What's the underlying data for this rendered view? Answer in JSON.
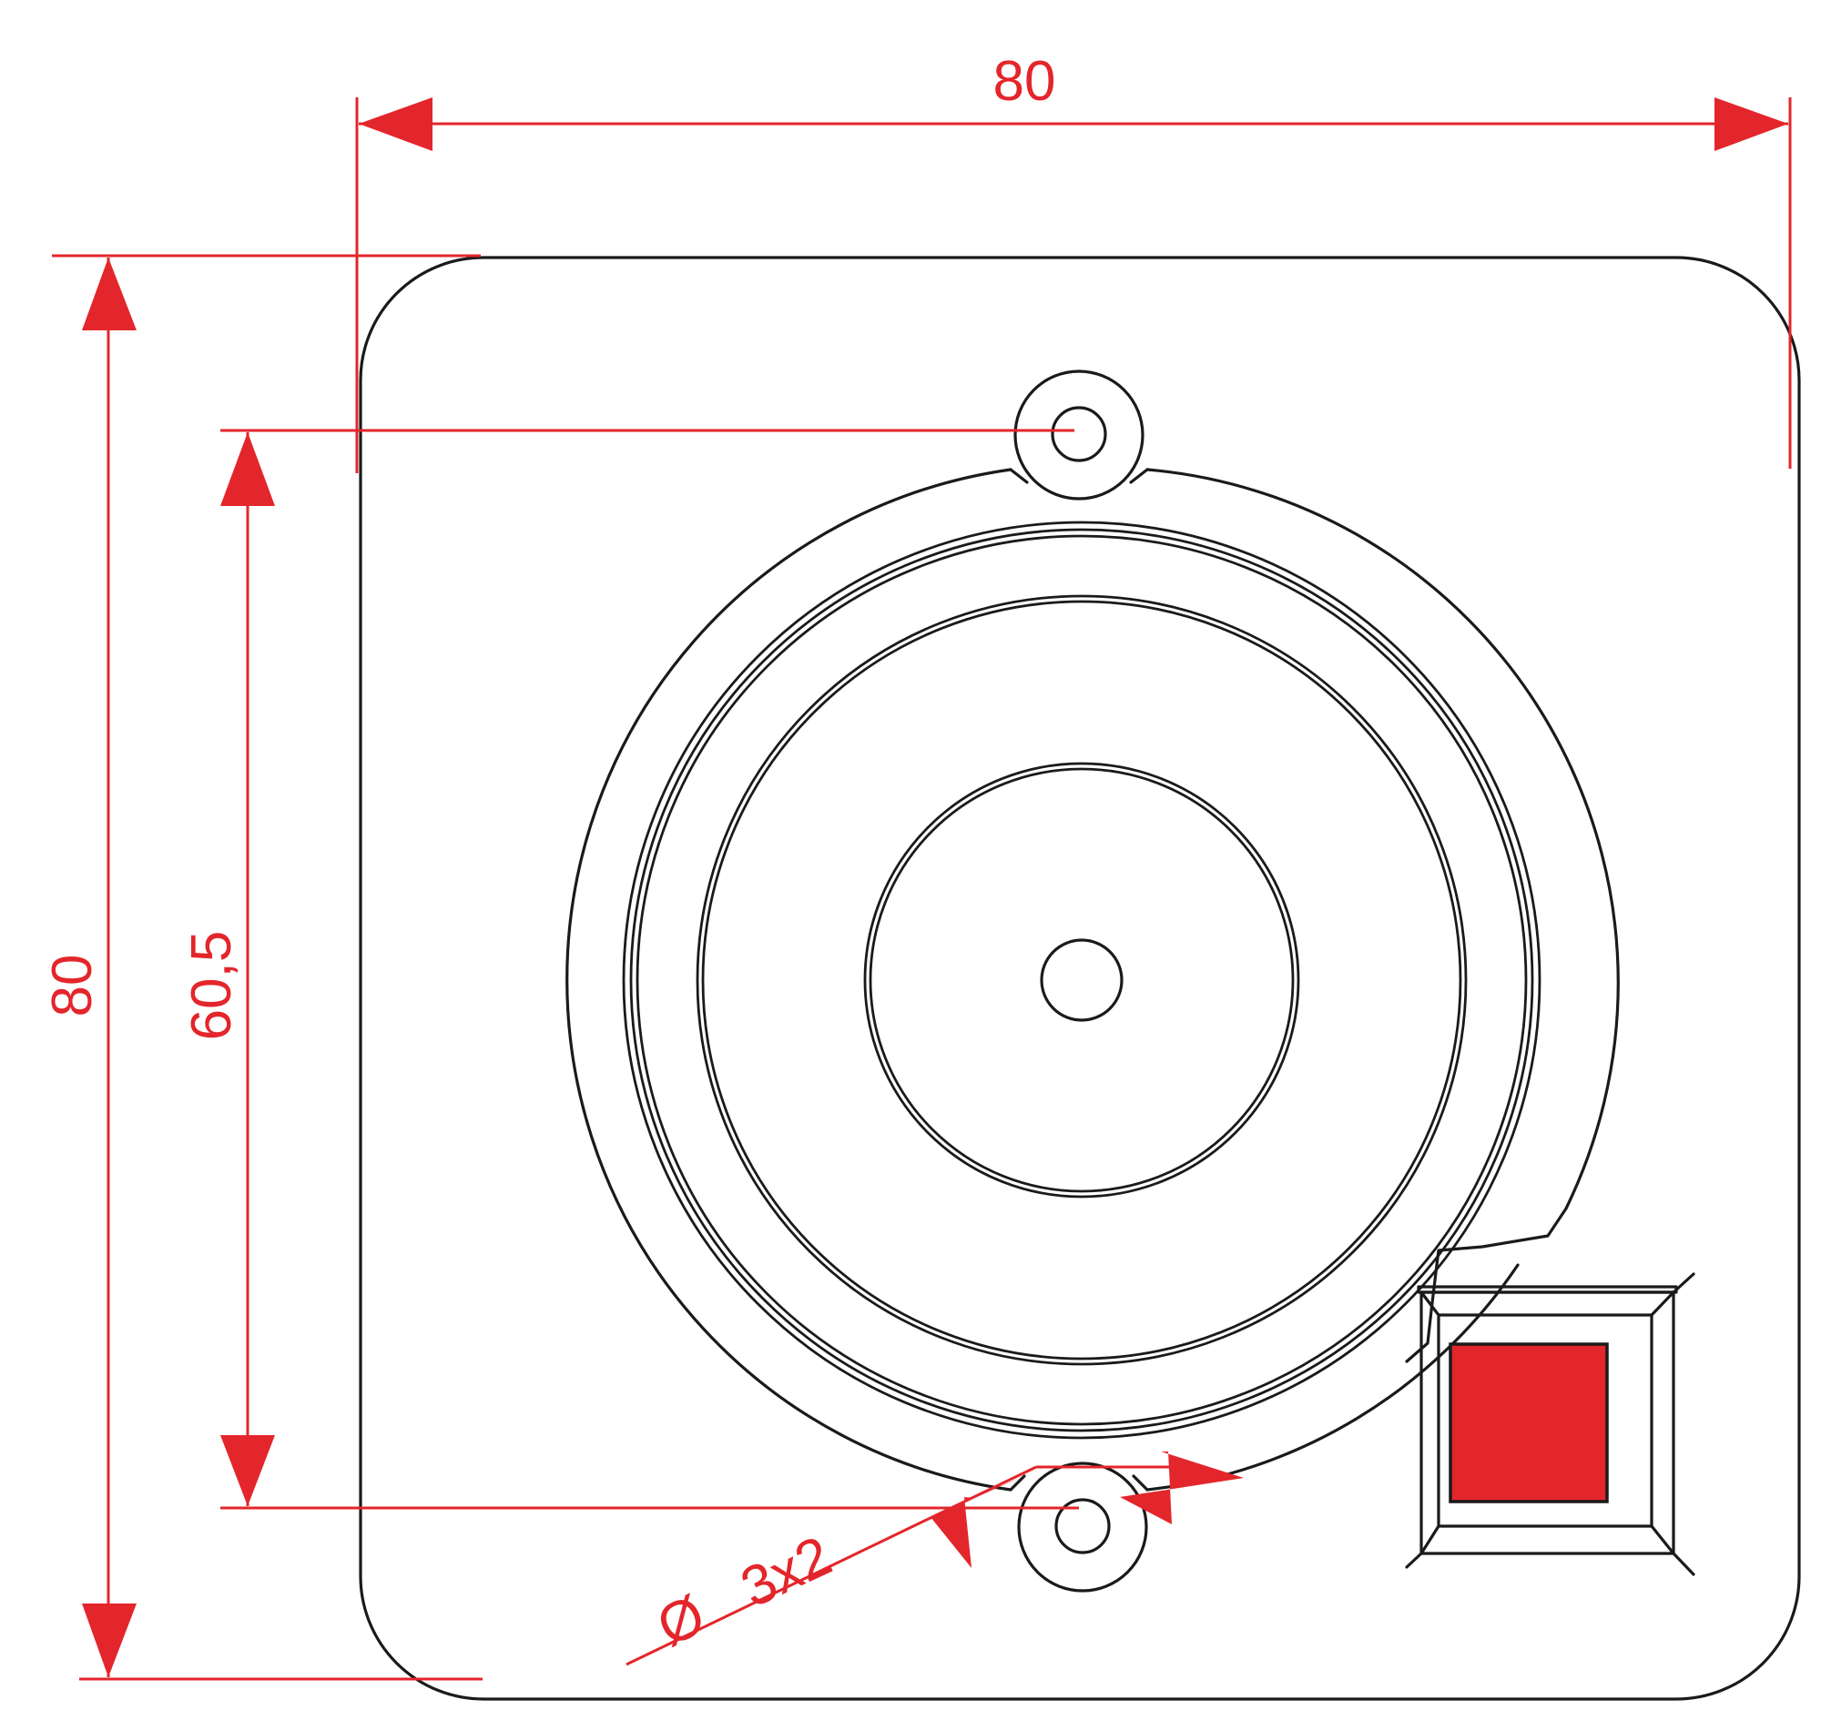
{
  "drawing": {
    "subject": "square mounting plate with electromagnetic holder and release button",
    "colors": {
      "outline": "#1a1a1a",
      "dimension": "#e3262b",
      "button_fill": "#e3262b",
      "background": "#ffffff"
    }
  },
  "dimensions": {
    "width": {
      "label": "80",
      "orientation": "horizontal"
    },
    "height": {
      "label": "80",
      "orientation": "vertical"
    },
    "hole_spacing": {
      "label": "60,5",
      "orientation": "vertical"
    },
    "hole_diameter": {
      "symbol": "Ø",
      "label": "3x2",
      "orientation": "angled"
    }
  },
  "components": {
    "plate": {
      "shape": "rounded-square"
    },
    "mounting_holes": [
      {
        "position": "top"
      },
      {
        "position": "bottom"
      }
    ],
    "magnet_rings": 4,
    "release_button": {
      "color": "#e3262b"
    }
  }
}
